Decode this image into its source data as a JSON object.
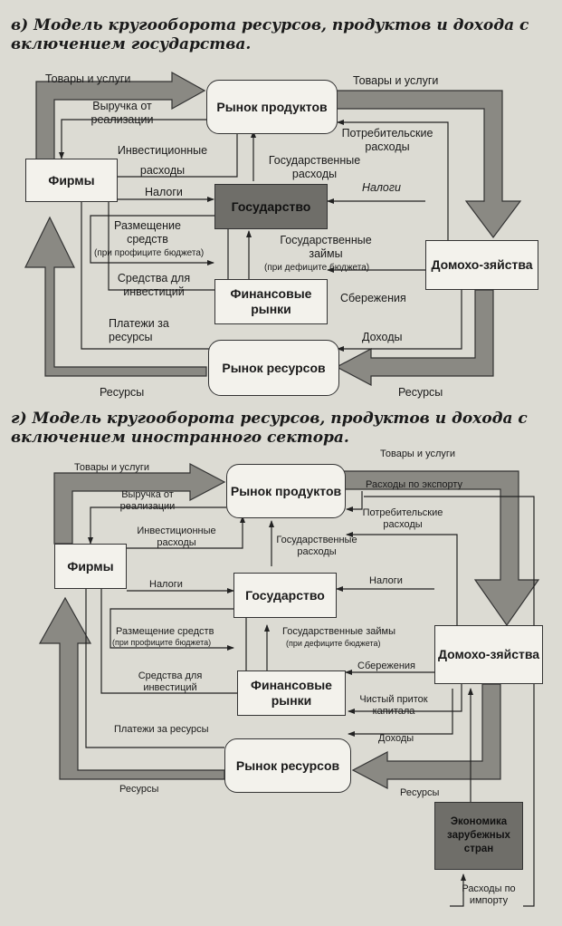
{
  "diagram_v": {
    "title": "в) Модель кругооборота ресурсов, продуктов и дохода с включением государства.",
    "nodes": {
      "product_market": "Рынок продуктов",
      "firms": "Фирмы",
      "government": "Государство",
      "households": "Домохо-зяйства",
      "financial_markets": "Финансовые рынки",
      "resource_market": "Рынок ресурсов"
    },
    "labels": {
      "goods_left": "Товары и услуги",
      "revenue": "Выручка от реализации",
      "investment_spending": "Инвестиционные расходы",
      "taxes_firms": "Налоги",
      "placement": "Размещение средств",
      "placement_note": "(при профиците бюджета)",
      "funds_investment": "Средства для инвестиций",
      "payments_resources": "Платежи за ресурсы",
      "resources_left": "Ресурсы",
      "goods_right": "Товары и услуги",
      "consumer_spending": "Потребительские расходы",
      "gov_spending": "Государственные расходы",
      "taxes_households": "Налоги",
      "gov_loans": "Государственные займы",
      "gov_loans_note": "(при дефиците бюджета)",
      "savings": "Сбережения",
      "incomes": "Доходы",
      "resources_right": "Ресурсы"
    }
  },
  "diagram_g": {
    "title": "г) Модель кругооборота ресурсов, продуктов и дохода с включением иностранного сектора.",
    "nodes": {
      "product_market": "Рынок продуктов",
      "firms": "Фирмы",
      "government": "Государство",
      "households": "Домохо-зяйства",
      "financial_markets": "Финансовые рынки",
      "resource_market": "Рынок ресурсов",
      "foreign": "Экономика зарубежных стран"
    },
    "labels": {
      "goods_left": "Товары и услуги",
      "revenue": "Выручка от реализации",
      "investment_spending": "Инвестиционные расходы",
      "taxes_firms": "Налоги",
      "placement": "Размещение средств",
      "placement_note": "(при профиците бюджета)",
      "funds_investment": "Средства для инвестиций",
      "payments_resources": "Платежи за ресурсы",
      "resources_left": "Ресурсы",
      "goods_right": "Товары и услуги",
      "export_spending": "Расходы по экспорту",
      "consumer_spending": "Потребительские расходы",
      "gov_spending": "Государственные расходы",
      "taxes_households": "Налоги",
      "gov_loans": "Государственные займы",
      "gov_loans_note": "(при дефиците бюджета)",
      "savings": "Сбережения",
      "net_capital": "Чистый приток капитала",
      "incomes": "Доходы",
      "resources_right": "Ресурсы",
      "import_spending": "Расходы по импорту"
    }
  }
}
